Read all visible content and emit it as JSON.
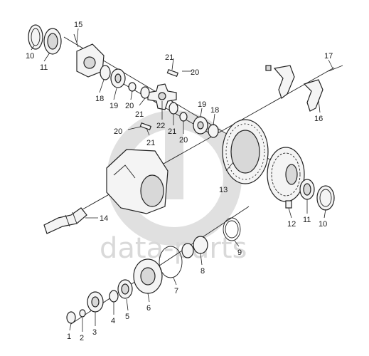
{
  "watermark": {
    "text": "data-parts",
    "color": "#d6d6d6"
  },
  "parts": [
    {
      "id": "p1",
      "label": "1"
    },
    {
      "id": "p2",
      "label": "2"
    },
    {
      "id": "p3",
      "label": "3"
    },
    {
      "id": "p4",
      "label": "4"
    },
    {
      "id": "p5",
      "label": "5"
    },
    {
      "id": "p6",
      "label": "6"
    },
    {
      "id": "p7",
      "label": "7"
    },
    {
      "id": "p8",
      "label": "8"
    },
    {
      "id": "p9",
      "label": "9"
    },
    {
      "id": "p10a",
      "label": "10"
    },
    {
      "id": "p10b",
      "label": "10"
    },
    {
      "id": "p11a",
      "label": "11"
    },
    {
      "id": "p11b",
      "label": "11"
    },
    {
      "id": "p12",
      "label": "12"
    },
    {
      "id": "p13",
      "label": "13"
    },
    {
      "id": "p14",
      "label": "14"
    },
    {
      "id": "p15",
      "label": "15"
    },
    {
      "id": "p16",
      "label": "16"
    },
    {
      "id": "p17",
      "label": "17"
    },
    {
      "id": "p18a",
      "label": "18"
    },
    {
      "id": "p18b",
      "label": "18"
    },
    {
      "id": "p19a",
      "label": "19"
    },
    {
      "id": "p19b",
      "label": "19"
    },
    {
      "id": "p20a",
      "label": "20"
    },
    {
      "id": "p20b",
      "label": "20"
    },
    {
      "id": "p20c",
      "label": "20"
    },
    {
      "id": "p20d",
      "label": "20"
    },
    {
      "id": "p21a",
      "label": "21"
    },
    {
      "id": "p21b",
      "label": "21"
    },
    {
      "id": "p21c",
      "label": "21"
    },
    {
      "id": "p21d",
      "label": "21"
    },
    {
      "id": "p22",
      "label": "22"
    }
  ]
}
